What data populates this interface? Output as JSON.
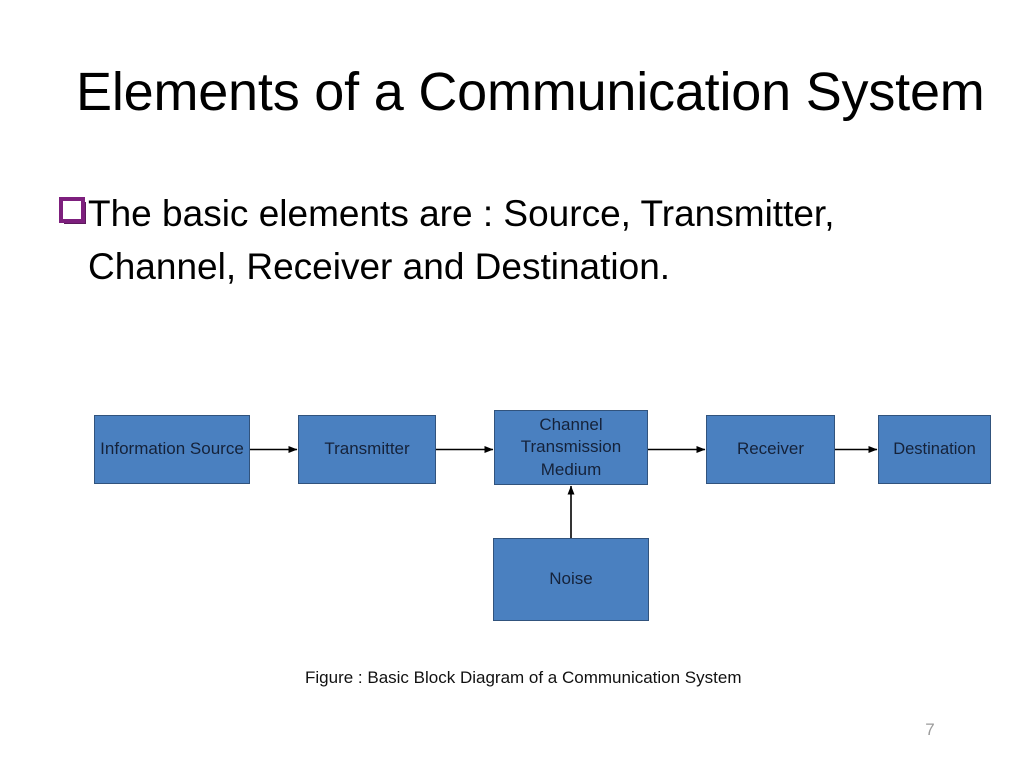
{
  "slide": {
    "title": "Elements of a Communication System",
    "number": "7",
    "background_color": "#ffffff"
  },
  "body": {
    "bullets": [
      {
        "marker": "hollow-square-bullet",
        "marker_color": "#7d1f7d",
        "text": "The basic elements are : Source, Transmitter, Channel, Receiver and Destination."
      }
    ]
  },
  "diagram": {
    "caption": "Figure : Basic Block Diagram of a Communication System",
    "node_fill_color": "#4A80C0",
    "node_border_color": "#31537d",
    "connector_color": "#000000",
    "nodes": [
      {
        "id": "source",
        "label": "Information Source"
      },
      {
        "id": "transmitter",
        "label": "Transmitter"
      },
      {
        "id": "channel",
        "label": "Channel Transmission Medium"
      },
      {
        "id": "receiver",
        "label": "Receiver"
      },
      {
        "id": "destination",
        "label": "Destination"
      },
      {
        "id": "noise",
        "label": "Noise"
      }
    ],
    "connectors": [
      {
        "from": "source",
        "to": "transmitter",
        "direction": "right"
      },
      {
        "from": "transmitter",
        "to": "channel",
        "direction": "right"
      },
      {
        "from": "channel",
        "to": "receiver",
        "direction": "right"
      },
      {
        "from": "receiver",
        "to": "destination",
        "direction": "right"
      },
      {
        "from": "noise",
        "to": "channel",
        "direction": "up"
      }
    ]
  }
}
